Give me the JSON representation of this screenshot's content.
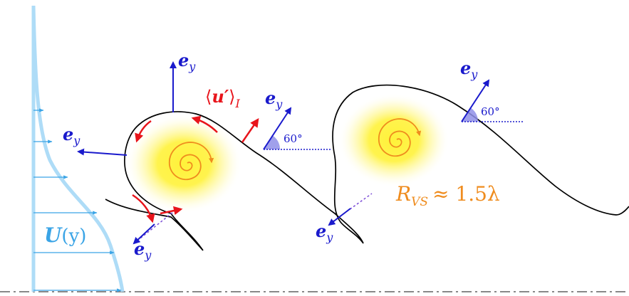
{
  "labels": {
    "ey_symbol": "e",
    "ey_subscript": "y",
    "u_prime_open": "⟨",
    "u_prime_symbol": "u′",
    "u_prime_close": "⟩",
    "u_prime_subscript": "I",
    "angle_1": "60°",
    "angle_2": "60°",
    "U_symbol": "U",
    "U_arg": "(y)",
    "radius_symbol": "R",
    "radius_subscript": "VS",
    "radius_value": "≈ 1.5λ"
  },
  "colors": {
    "profile": "#aedcf7",
    "profile_arrows": "#3aa4e6",
    "profile_label": "#3aa4e6",
    "unit_vector": "#1a1acc",
    "perturbation": "#e8141b",
    "vortex_glow": "#fff23a",
    "vortex_spiral": "#ef8c1e",
    "radius_label": "#ef8c1e",
    "angle_fill": "#8f8fe8",
    "interface": "#000000",
    "wall_dashdot": "#888888"
  },
  "icons": {
    "unit_vector": "arrow-icon",
    "vortex": "spiral-icon"
  }
}
